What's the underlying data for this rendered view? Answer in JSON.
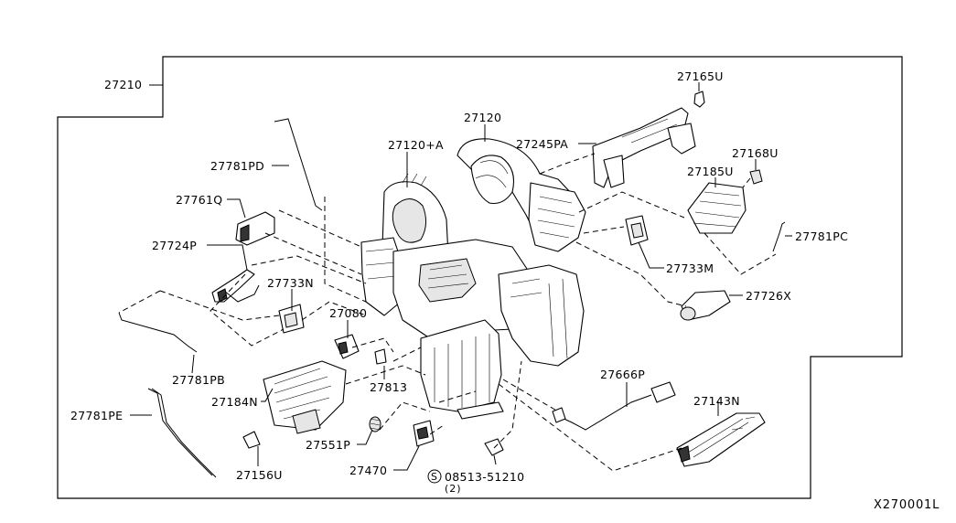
{
  "diagram_id": "X270001L",
  "labels": {
    "27210": "27210",
    "27165U": "27165U",
    "27120": "27120",
    "27120A": "27120+A",
    "27245PA": "27245PA",
    "27168U": "27168U",
    "27185U": "27185U",
    "27781PD": "27781PD",
    "27761Q": "27761Q",
    "27781PC": "27781PC",
    "27724P": "27724P",
    "27733M": "27733M",
    "27733N": "27733N",
    "27726X": "27726X",
    "27080": "27080",
    "27781PB": "27781PB",
    "27813": "27813",
    "27666P": "27666P",
    "27184N": "27184N",
    "27143N": "27143N",
    "27781PE": "27781PE",
    "27551P": "27551P",
    "27470": "27470",
    "27156U": "27156U",
    "08513_51210": "08513-51210",
    "qty_2": "(2)",
    "screw_symbol": "S"
  }
}
